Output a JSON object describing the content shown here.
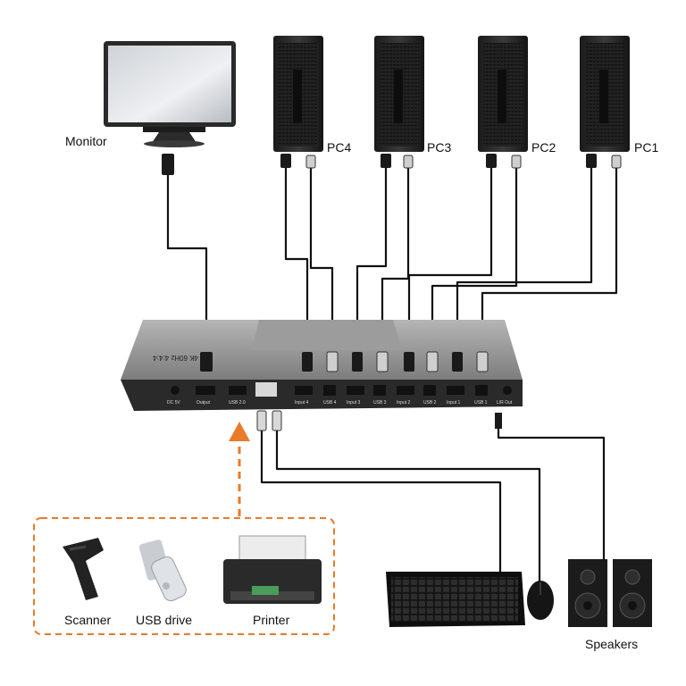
{
  "labels": {
    "monitor": "Monitor",
    "pc4": "PC4",
    "pc3": "PC3",
    "pc2": "PC2",
    "pc1": "PC1",
    "scanner": "Scanner",
    "usb_drive": "USB drive",
    "printer": "Printer",
    "speakers": "Speakers"
  },
  "ports": {
    "dc": "DC 5V",
    "output": "Output",
    "usb20": "USB 2.0",
    "input4": "Input 4",
    "usb4": "USB 4",
    "input3": "Input 3",
    "usb3": "USB 3",
    "input2": "Input 2",
    "usb2": "USB 2",
    "input1": "Input 1",
    "usb1": "USB 1",
    "lrout": "L/R Out"
  },
  "device": {
    "model_text": "4K 60Hz 4:4:4"
  },
  "colors": {
    "accent_orange": "#ea7b2a",
    "cable": "#111111",
    "switch_body": "#8a8a8a",
    "switch_front": "#2a2a2a"
  },
  "icons": {
    "arrow": "orange-arrow-up"
  }
}
